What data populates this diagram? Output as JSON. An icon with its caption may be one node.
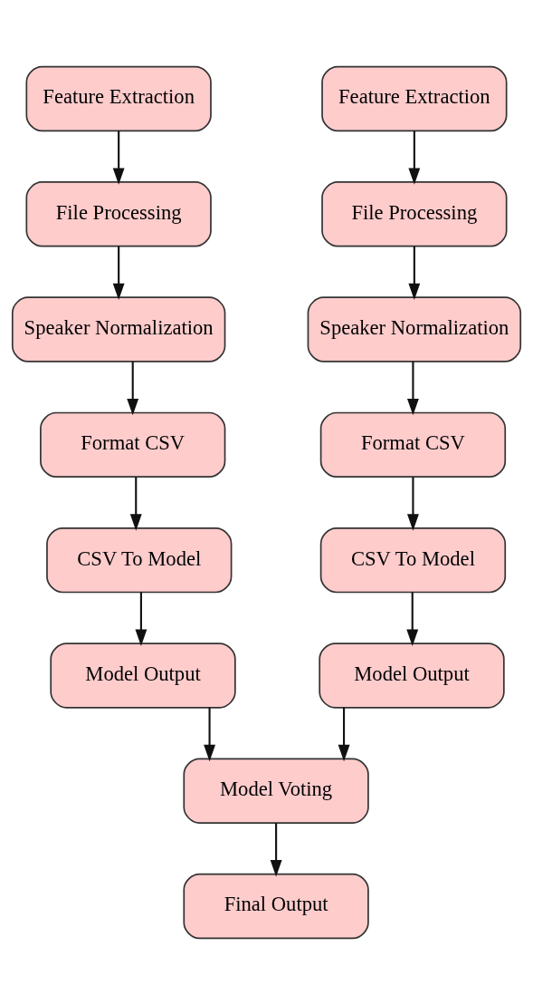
{
  "diagram": {
    "nodes": [
      {
        "text": [
          "Feature Extraction"
        ]
      },
      {
        "text": [
          "File Processing"
        ]
      },
      {
        "text": [
          "Speaker Normalization"
        ]
      },
      {
        "text": [
          "Format CSV"
        ]
      },
      {
        "text": [
          "CSV To Model"
        ]
      },
      {
        "text": [
          "Model Output"
        ]
      },
      {
        "text": [
          "Feature Extraction"
        ]
      },
      {
        "text": [
          "File Processing"
        ]
      },
      {
        "text": [
          "Speaker Normalization"
        ]
      },
      {
        "text": [
          "Format CSV"
        ]
      },
      {
        "text": [
          "CSV To Model"
        ]
      },
      {
        "text": [
          "Model Output"
        ]
      },
      {
        "text": [
          "Model Voting"
        ]
      },
      {
        "text": [
          "Final Output"
        ]
      }
    ],
    "edges": [
      {
        "from": 0,
        "to": 1,
        "arrow": "to"
      },
      {
        "from": 1,
        "to": 2,
        "arrow": "to"
      },
      {
        "from": 2,
        "to": 3,
        "arrow": "to"
      },
      {
        "from": 3,
        "to": 4,
        "arrow": "to"
      },
      {
        "from": 4,
        "to": 5,
        "arrow": "to"
      },
      {
        "from": 6,
        "to": 7,
        "arrow": "to"
      },
      {
        "from": 7,
        "to": 8,
        "arrow": "to"
      },
      {
        "from": 8,
        "to": 9,
        "arrow": "to"
      },
      {
        "from": 9,
        "to": 10,
        "arrow": "to"
      },
      {
        "from": 10,
        "to": 11,
        "arrow": "to"
      },
      {
        "from": 5,
        "to": 12,
        "arrow": "to"
      },
      {
        "from": 11,
        "to": 12,
        "arrow": "to"
      },
      {
        "from": 12,
        "to": 13,
        "arrow": "to"
      }
    ]
  }
}
